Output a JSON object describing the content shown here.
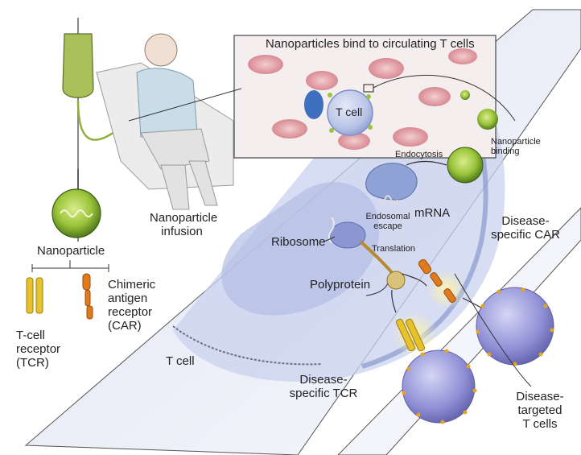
{
  "labels": {
    "inset_title": "Nanoparticles bind to circulating T cells",
    "inset_tcell": "T cell",
    "nanoparticle": "Nanoparticle",
    "nanoparticle_infusion": [
      "Nanoparticle",
      "infusion"
    ],
    "tcr": [
      "T-cell",
      "receptor",
      "(TCR)"
    ],
    "car": [
      "Chimeric",
      "antigen",
      "receptor",
      "(CAR)"
    ],
    "nanoparticle_binding": [
      "Nanoparticle",
      "binding"
    ],
    "endocytosis": "Endocytosis",
    "mrna": "mRNA",
    "endosomal_escape": [
      "Endosomal",
      "escape"
    ],
    "ribosome": "Ribosome",
    "translation": "Translation",
    "polyprotein": "Polyprotein",
    "disease_specific_car": [
      "Disease-",
      "specific CAR"
    ],
    "disease_specific_tcr": [
      "Disease-",
      "specific TCR"
    ],
    "disease_targeted_tcells": [
      "Disease-",
      "targeted",
      "T cells"
    ],
    "tcell_main": "T cell"
  },
  "colors": {
    "nanoparticle_green": "#9bc43a",
    "tcell_blue": "#a9b8e0",
    "tcr_yellow": "#e8c22a",
    "car_orange": "#e07a1e",
    "target_purple": "#8f8fd6"
  }
}
